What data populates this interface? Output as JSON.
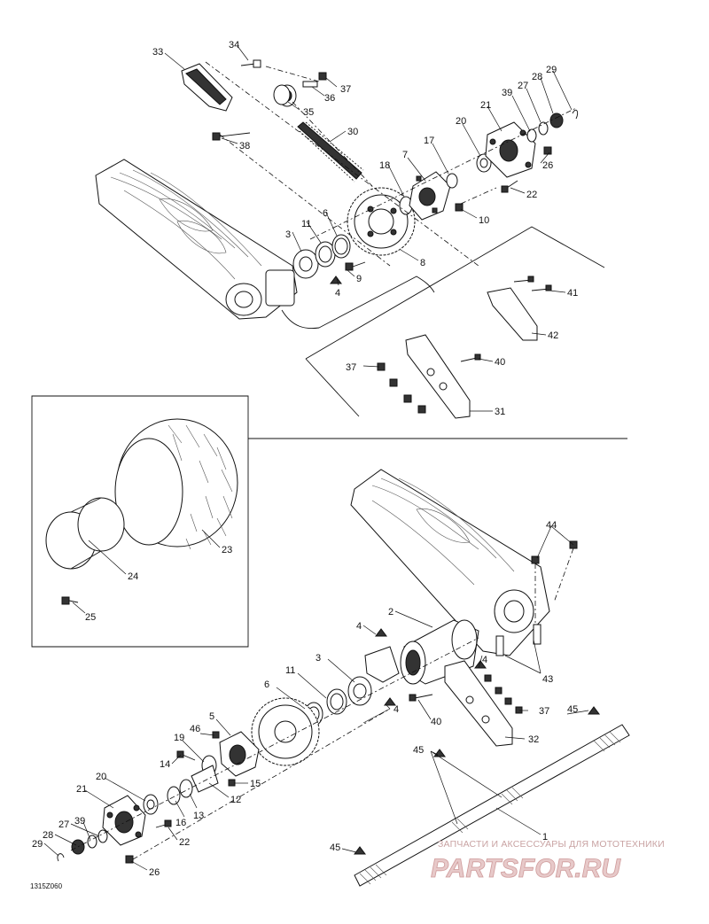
{
  "diagram": {
    "drawing_code": "1315Z060",
    "callouts_top": [
      "33",
      "34",
      "35",
      "36",
      "37",
      "38",
      "30",
      "20",
      "21",
      "39",
      "27",
      "28",
      "29",
      "17",
      "7",
      "18",
      "26",
      "22",
      "10",
      "6",
      "11",
      "3",
      "8",
      "9",
      "4",
      "41",
      "42",
      "37",
      "40",
      "31"
    ],
    "callouts_bottom": [
      "23",
      "24",
      "25",
      "44",
      "2",
      "43",
      "4",
      "3",
      "11",
      "6",
      "4",
      "4",
      "40",
      "37",
      "5",
      "46",
      "19",
      "32",
      "45",
      "45",
      "14",
      "15",
      "12",
      "13",
      "16",
      "20",
      "21",
      "22",
      "27",
      "39",
      "28",
      "29",
      "1",
      "45",
      "26"
    ]
  },
  "watermark": {
    "caption": "ЗАПЧАСТИ И АКСЕССУАРЫ ДЛЯ МОТОТЕХНИКИ",
    "brand": "PARTSFOR.RU"
  }
}
